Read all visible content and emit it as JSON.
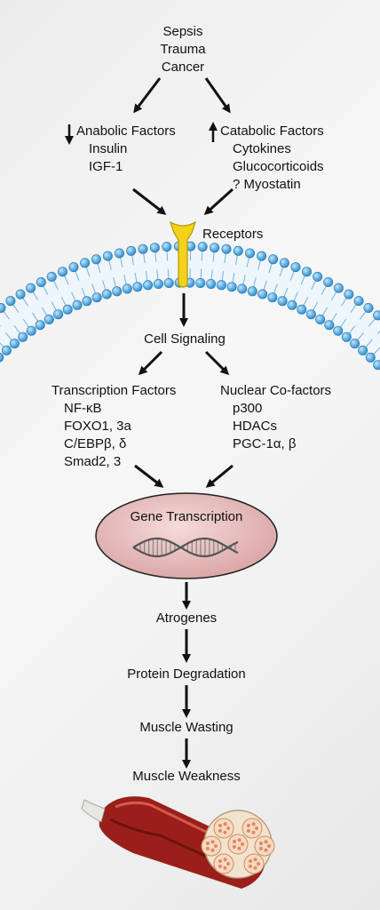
{
  "causes": [
    "Sepsis",
    "Trauma",
    "Cancer"
  ],
  "anabolic": {
    "title": "Anabolic Factors",
    "items": [
      "Insulin",
      "IGF-1"
    ]
  },
  "catabolic": {
    "title": "Catabolic Factors",
    "items": [
      "Cytokines",
      "Glucocorticoids",
      "? Myostatin"
    ]
  },
  "receptors_label": "Receptors",
  "cell_signaling": "Cell Signaling",
  "transcription": {
    "title": "Transcription Factors",
    "items": [
      "NF-κB",
      "FOXO1, 3a",
      "C/EBPβ, δ",
      "Smad2, 3"
    ]
  },
  "cofactors": {
    "title": "Nuclear Co-factors",
    "items": [
      "p300",
      "HDACs",
      "PGC-1α, β"
    ]
  },
  "gene_transcription": "Gene Transcription",
  "chain": [
    "Atrogenes",
    "Protein Degradation",
    "Muscle Wasting",
    "Muscle Weakness"
  ],
  "colors": {
    "membrane": "#3ba3e0",
    "receptor": "#f2d21b",
    "nucleus": "#e8bcbc",
    "arrow": "#111111"
  }
}
